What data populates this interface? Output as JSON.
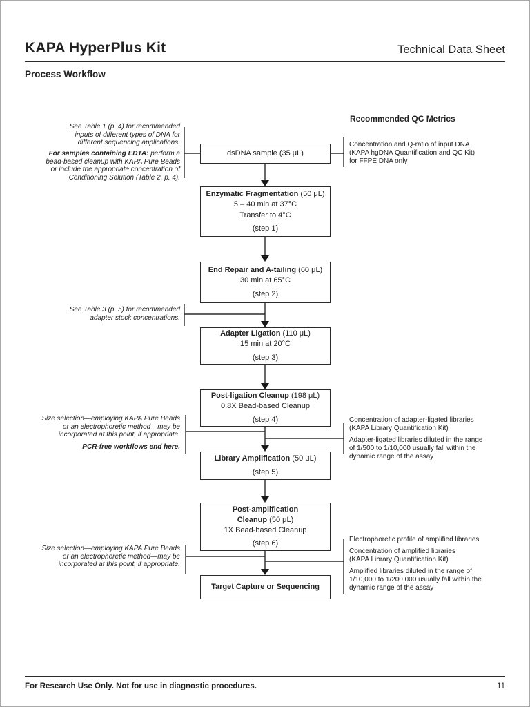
{
  "header": {
    "title": "KAPA HyperPlus Kit",
    "doc_type": "Technical Data Sheet",
    "section": "Process Workflow"
  },
  "qc": {
    "heading": "Recommended QC Metrics",
    "input_dna": "Concentration and Q-ratio of input DNA\n(KAPA hgDNA Quantification and QC Kit)\nfor FFPE DNA only",
    "adapter_ligated_1": "Concentration of adapter-ligated libraries\n(KAPA Library Quantification Kit)",
    "adapter_ligated_2": "Adapter-ligated libraries diluted in the range\nof 1/500 to 1/10,000 usually fall within the\ndynamic range of the assay",
    "amplified_1": "Electrophoretic profile of amplified libraries",
    "amplified_2": "Concentration of amplified libraries\n(KAPA Library Quantification Kit)",
    "amplified_3": "Amplified libraries diluted in the range of\n1/10,000 to 1/200,000 usually fall within the\ndynamic range of the assay"
  },
  "notes": {
    "table1": "See Table 1 (p. 4) for recommended\ninputs of different types of DNA for\ndifferent sequencing applications.",
    "edta_bold": "For samples containing EDTA:",
    "edta_rest": " perform a\nbead-based cleanup with KAPA Pure Beads\nor include the appropriate concentration of\nConditioning Solution (Table 2, p. 4).",
    "table3": "See Table 3 (p. 5) for recommended\nadapter stock concentrations.",
    "size_selection_1": "Size selection—employing KAPA Pure Beads\nor an electrophoretic method—may be\nincorporated at this point, if appropriate.",
    "pcr_free": "PCR-free workflows end here.",
    "size_selection_2": "Size selection—employing KAPA Pure Beads\nor an electrophoretic method—may be\nincorporated at this point, if appropriate."
  },
  "flow": {
    "boxes": [
      {
        "title": "dsDNA sample (35 μL)"
      },
      {
        "title": "Enzymatic Fragmentation",
        "volume": " (50 μL)",
        "lines": [
          "5 – 40 min at 37°C",
          "Transfer to 4°C"
        ],
        "step": "(step 1)"
      },
      {
        "title": "End Repair and A-tailing",
        "volume": " (60 μL)",
        "lines": [
          "30 min at 65°C"
        ],
        "step": "(step 2)"
      },
      {
        "title": "Adapter Ligation",
        "volume": " (110 μL)",
        "lines": [
          "15 min at 20°C"
        ],
        "step": "(step 3)"
      },
      {
        "title": "Post-ligation Cleanup",
        "volume": " (198 μL)",
        "lines": [
          "0.8X Bead-based Cleanup"
        ],
        "step": "(step 4)"
      },
      {
        "title": "Library Amplification",
        "volume": " (50 μL)",
        "step": "(step 5)"
      },
      {
        "title": "Post-amplification\nCleanup",
        "volume": " (50 μL)",
        "lines": [
          "1X Bead-based Cleanup"
        ],
        "step": "(step 6)"
      },
      {
        "title": "Target Capture or Sequencing"
      }
    ]
  },
  "footer": {
    "notice": "For Research Use Only. Not for use in diagnostic procedures.",
    "page_number": "11"
  }
}
